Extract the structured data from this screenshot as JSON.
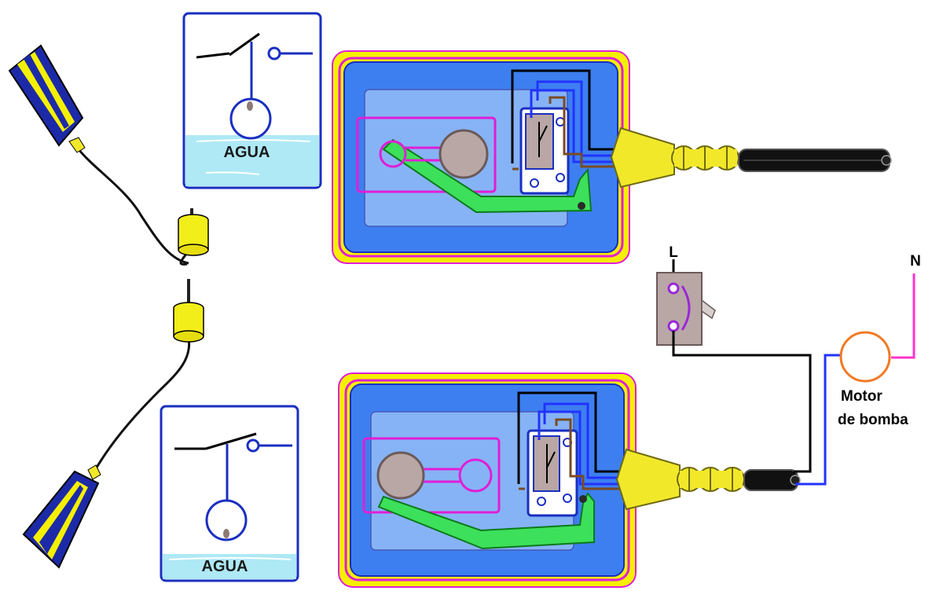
{
  "labels": {
    "water_top": "AGUA",
    "water_bottom": "AGUA",
    "line": "L",
    "neutral": "N",
    "motor_line1": "Motor",
    "motor_line2": "de bomba"
  },
  "colors": {
    "float_blue": "#1d2aa8",
    "float_yellow": "#f5f000",
    "counterweight": "#f2ee1a",
    "water": "#aee9f5",
    "tank_border": "#1a2fc0",
    "housing_outer": "#f5ef00",
    "housing_border": "#e01ed6",
    "housing_inner": "#3d7ff0",
    "plate": "#86b3f5",
    "lever": "#3de05a",
    "microswitch": "#b9a7a5",
    "plug": "#f2e82a",
    "cable": "#000000",
    "wire_brown": "#7a4b24",
    "wire_blue": "#2233ff",
    "wire_neutral": "#ff33cc",
    "motor": "#f07a24"
  }
}
